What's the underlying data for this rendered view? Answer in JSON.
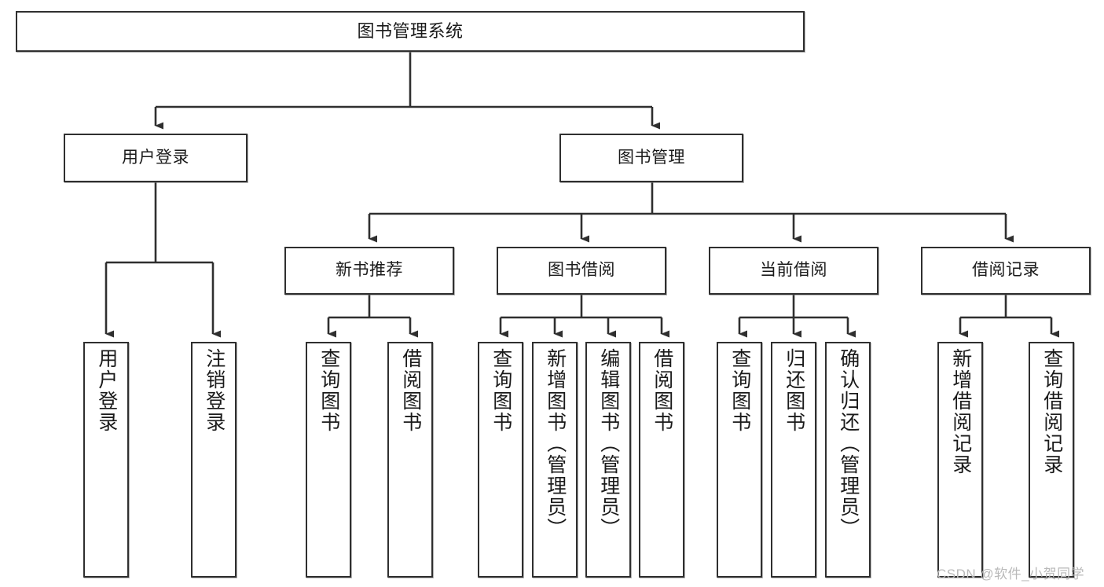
{
  "diagram": {
    "title": "图书管理系统",
    "type": "hierarchy-tree",
    "watermark": "CSDN @软件_小贺同学",
    "colors": {
      "box_border": "#2f2f2f",
      "box_fill": "#ffffff",
      "connector": "#2f2f2f",
      "text": "#1a1a1a",
      "watermark": "#b9b9b9"
    },
    "root": {
      "label": "图书管理系统"
    },
    "level1": [
      {
        "label": "用户登录"
      },
      {
        "label": "图书管理"
      }
    ],
    "level2": [
      {
        "label": "新书推荐"
      },
      {
        "label": "图书借阅"
      },
      {
        "label": "当前借阅"
      },
      {
        "label": "借阅记录"
      }
    ],
    "leaves": {
      "user_login": [
        {
          "label": "用户登录"
        },
        {
          "label": "注销登录"
        }
      ],
      "new_book_recommend": [
        {
          "label": "查询图书"
        },
        {
          "label": "借阅图书"
        }
      ],
      "book_borrow": [
        {
          "label": "查询图书"
        },
        {
          "label": "新增图书（管理员）"
        },
        {
          "label": "编辑图书（管理员）"
        },
        {
          "label": "借阅图书"
        }
      ],
      "current_borrow": [
        {
          "label": "查询图书"
        },
        {
          "label": "归还图书"
        },
        {
          "label": "确认归还（管理员）"
        }
      ],
      "borrow_records": [
        {
          "label": "新增借阅记录"
        },
        {
          "label": "查询借阅记录"
        }
      ]
    }
  }
}
